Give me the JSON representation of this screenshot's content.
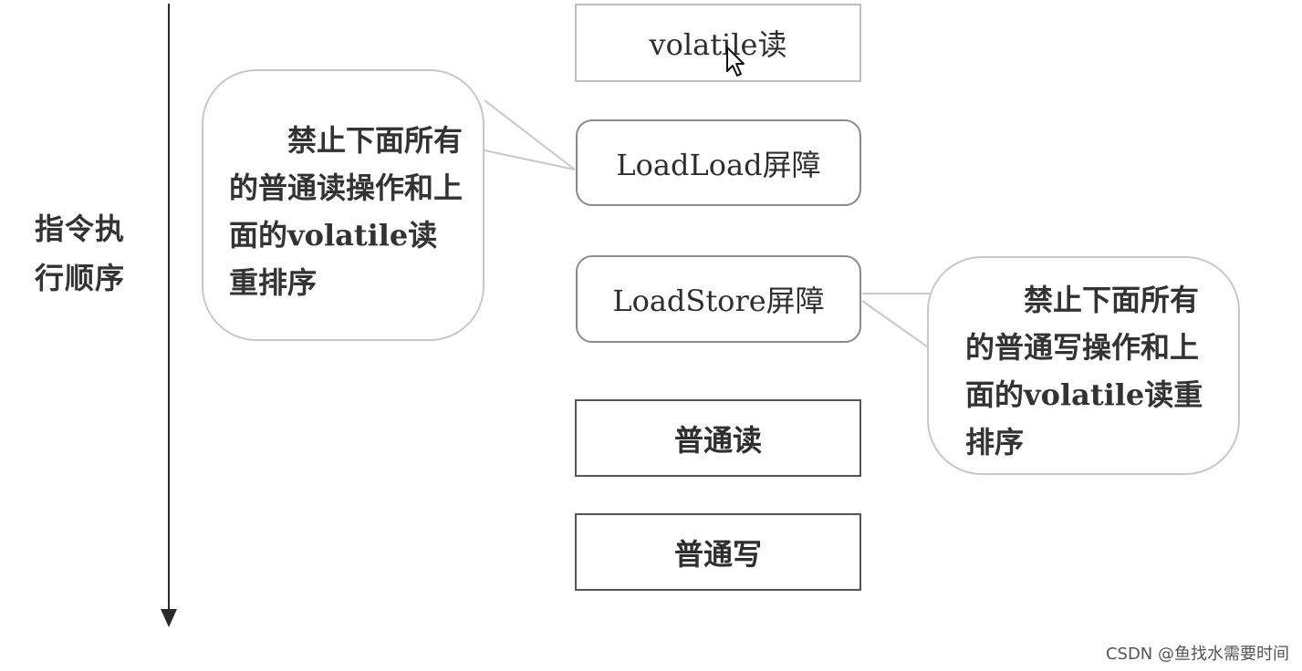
{
  "axis": {
    "label": "指令执行顺序"
  },
  "boxes": {
    "volatile_read": "volatile读",
    "loadload_barrier": "LoadLoad屏障",
    "loadstore_barrier": "LoadStore屏障",
    "normal_read": "普通读",
    "normal_write": "普通写"
  },
  "callouts": {
    "left": "禁止下面所有的普通读操作和上面的volatile读重排序",
    "right": "禁止下面所有的普通写操作和上面的volatile读重排序"
  },
  "watermark": "CSDN @鱼找水需要时间",
  "icons": {
    "cursor": "mouse-pointer-icon",
    "arrow": "arrow-down-icon"
  },
  "colors": {
    "line": "#2a2a2a",
    "box_border": "#555555",
    "callout_border": "#c8c8c8"
  }
}
